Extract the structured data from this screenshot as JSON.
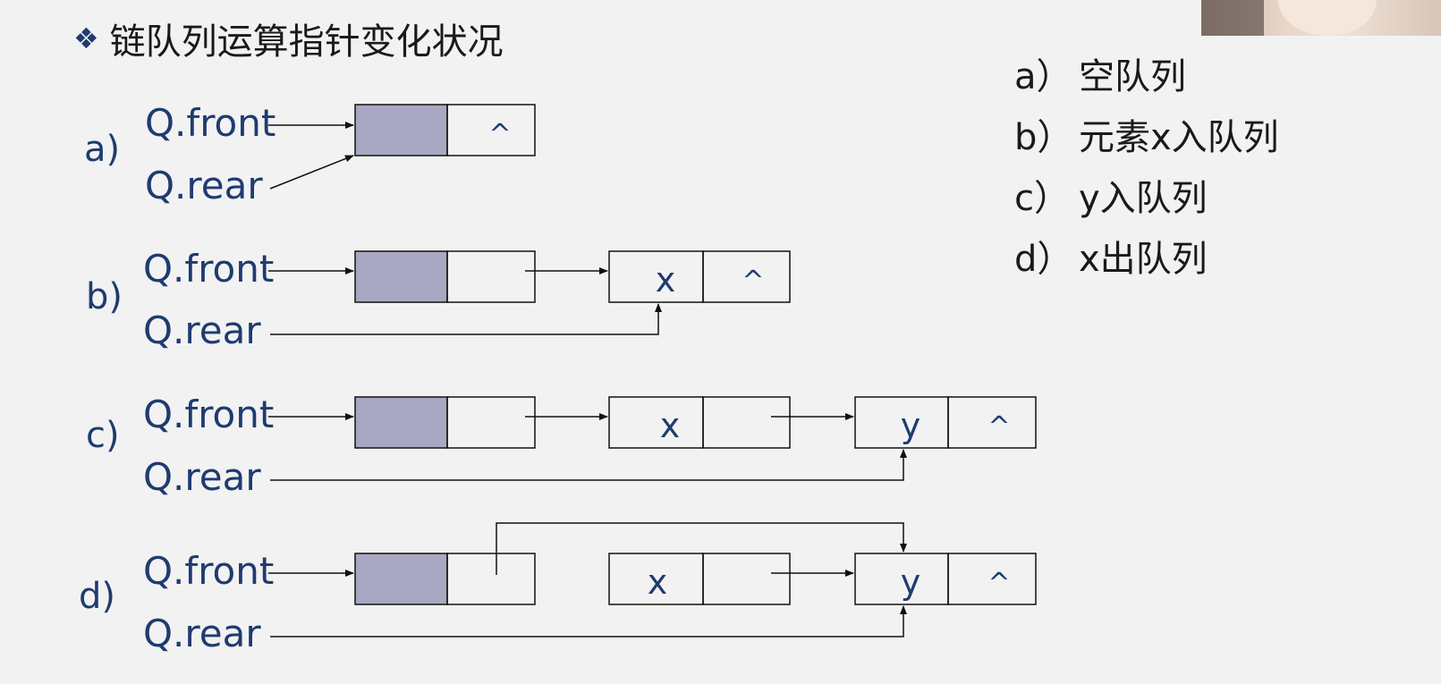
{
  "title": {
    "bullet": "❖",
    "text": "链队列运算指针变化状况"
  },
  "legend": [
    {
      "key": "a）",
      "text": "空队列"
    },
    {
      "key": "b）",
      "text": "元素x入队列"
    },
    {
      "key": "c）",
      "text": "y入队列"
    },
    {
      "key": "d）",
      "text": "x出队列"
    }
  ],
  "pointers": {
    "front": "Q.front",
    "rear": "Q.rear"
  },
  "null_symbol": "^",
  "diagrams": [
    {
      "label": "a)",
      "nodes": []
    },
    {
      "label": "b)",
      "nodes": [
        "x"
      ]
    },
    {
      "label": "c)",
      "nodes": [
        "x",
        "y"
      ]
    },
    {
      "label": "d)",
      "nodes": [
        "x",
        "y"
      ]
    }
  ],
  "colors": {
    "head_node": "#a9a8c2",
    "label_text": "#1f3b70",
    "line": "#111111"
  }
}
